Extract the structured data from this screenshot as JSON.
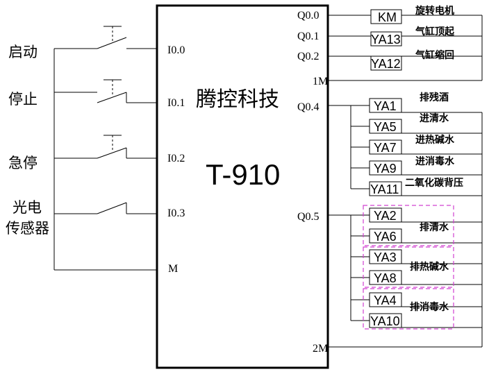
{
  "plc": {
    "brand": "腾控科技",
    "model": "T-910"
  },
  "inputs": [
    {
      "label": "启动",
      "pin": "I0.0"
    },
    {
      "label": "停止",
      "pin": "I0.1"
    },
    {
      "label": "急停",
      "pin": "I0.2"
    },
    {
      "label_line1": "光电",
      "label_line2": "传感器",
      "pin": "I0.3"
    }
  ],
  "input_common": "M",
  "output_pins": {
    "q00": "Q0.0",
    "q01": "Q0.1",
    "q02": "Q0.2",
    "m1": "1M",
    "q04": "Q0.4",
    "q05": "Q0.5",
    "m2": "2M"
  },
  "outputs_group1": [
    {
      "coil": "KM",
      "desc": "旋转电机"
    },
    {
      "coil": "YA13",
      "desc": "气缸顶起"
    },
    {
      "coil": "YA12",
      "desc": "气缸缩回"
    }
  ],
  "outputs_q04": [
    {
      "coil": "YA1",
      "desc": "排残酒"
    },
    {
      "coil": "YA5",
      "desc": "进清水"
    },
    {
      "coil": "YA7",
      "desc": "进热碱水"
    },
    {
      "coil": "YA9",
      "desc": "进消毒水"
    },
    {
      "coil": "YA11",
      "desc": "二氧化碳背压"
    }
  ],
  "outputs_q05": [
    {
      "coils": [
        "YA2",
        "YA6"
      ],
      "desc": "排清水"
    },
    {
      "coils": [
        "YA3",
        "YA8"
      ],
      "desc": "排热碱水"
    },
    {
      "coils": [
        "YA4",
        "YA10"
      ],
      "desc": "排消毒水"
    }
  ],
  "colors": {
    "line": "#000000",
    "group_box": "#d040d0"
  }
}
